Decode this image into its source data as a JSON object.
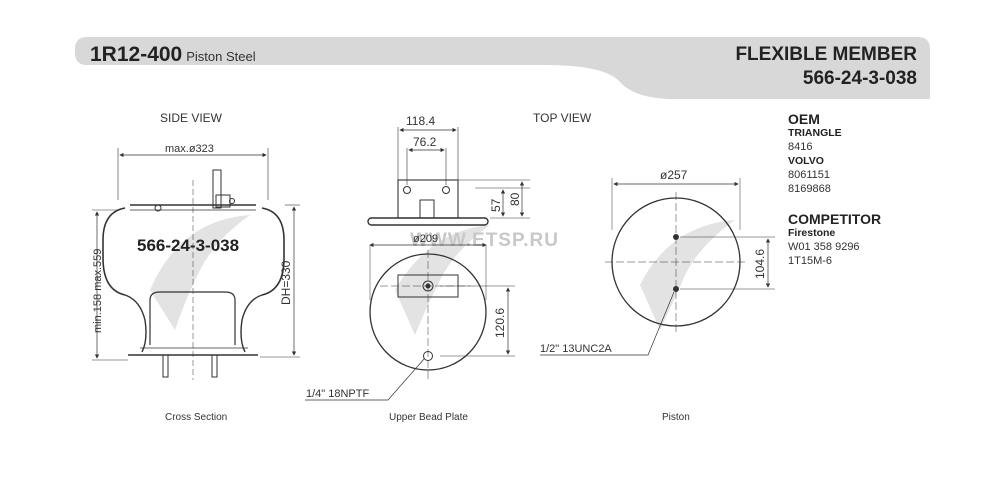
{
  "header": {
    "part_number": "1R12-400",
    "part_subtitle": "Piston Steel",
    "flexible_member_label": "FLEXIBLE MEMBER",
    "flexible_member_number": "566-24-3-038"
  },
  "views": {
    "side_view": "SIDE VIEW",
    "top_view": "TOP VIEW",
    "cross_section": "Cross Section",
    "upper_bead_plate": "Upper Bead Plate",
    "piston": "Piston"
  },
  "dimensions": {
    "max_diameter": "max.ø323",
    "dh": "DH=330",
    "min_max_height": "min.158  max.559",
    "body_label": "566-24-3-038",
    "width_118": "118.4",
    "width_76": "76.2",
    "height_57": "57",
    "height_80": "80",
    "diam_209": "ø209",
    "offset_120": "120.6",
    "port_upper": "1/4\"  18NPTF",
    "diam_257": "ø257",
    "offset_104": "104.6",
    "port_piston": "1/2\"  13UNC2A"
  },
  "watermark": "WWW.ETSP.RU",
  "oem": {
    "title": "OEM",
    "groups": [
      {
        "brand": "TRIANGLE",
        "numbers": [
          "8416"
        ]
      },
      {
        "brand": "VOLVO",
        "numbers": [
          "8061151",
          "8169868"
        ]
      }
    ]
  },
  "competitor": {
    "title": "COMPETITOR",
    "groups": [
      {
        "brand": "Firestone",
        "numbers": [
          "W01 358 9296",
          "1T15M-6"
        ]
      }
    ]
  },
  "colors": {
    "header_bg": "#d8d8d8",
    "line": "#333333",
    "watermark": "#c8c8c8"
  }
}
